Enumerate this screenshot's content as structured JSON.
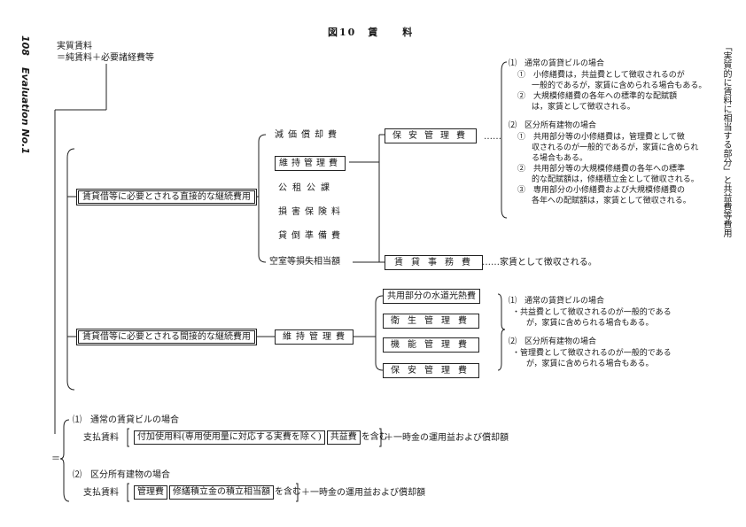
{
  "figure_title": "図10　賃　　料",
  "page_number": "108",
  "journal_title": "Evaluation No.1",
  "side_caption": "「実質的に賃料に相当する部分」と共益費等費用",
  "header": {
    "line1": "実質賃料",
    "line2": "＝純賃料＋必要諸経費等"
  },
  "direct": {
    "label": "賃貸借等に必要とされる直接的な継続費用",
    "items": [
      "減価償却費",
      "維持管理費",
      "公租公課",
      "損害保険料",
      "貸倒準備費",
      "空室等損失相当額"
    ],
    "hoan_box": "保安管理費",
    "jimu_box": "賃貸事務費",
    "jimu_note": "……家賃として徴収される。"
  },
  "direct_notes": {
    "dots": "……",
    "a_title": "⑴　通常の賃貸ビルの場合",
    "a1": [
      "①　小修繕費は，共益費として徴収されるのが",
      "一般的であるが，家賃に含められる場合もある。"
    ],
    "a2": [
      "②　大規模修繕費の各年への標準的な配賦額",
      "は，家賃として徴収される。"
    ],
    "b_title": "⑵　区分所有建物の場合",
    "b1": [
      "①　共用部分等の小修繕費は，管理費として徴",
      "収されるのが一般的であるが，家賃に含められ",
      "る場合もある。"
    ],
    "b2": [
      "②　共用部分等の大規模修繕費の各年への標準",
      "的な配賦額は，修繕積立金として徴収される。"
    ],
    "b3": [
      "③　専用部分の小修繕費および大規模修繕費の",
      "各年への配賦額は，家賃として徴収される。"
    ]
  },
  "indirect": {
    "label": "賃貸借等に必要とされる間接的な継続費用",
    "mid": "維持管理費",
    "items": [
      "共用部分の水道光熱費",
      "衛生管理費",
      "機能管理費",
      "保安管理費"
    ]
  },
  "indirect_notes": {
    "a_title": "⑴　通常の賃貸ビルの場合",
    "a_lines": [
      "・共益費として徴収されるのが一般的である",
      "が，家賃に含められる場合もある。"
    ],
    "b_title": "⑵　区分所有建物の場合",
    "b_lines": [
      "・管理費として徴収されるのが一般的である",
      "が，家賃に含められる場合もある。"
    ]
  },
  "bottom": {
    "eq": "＝",
    "c1_title": "⑴　通常の賃貸ビルの場合",
    "c1_label": "支払賃料",
    "c1_box1": "付加使用料(専用使用量に対応する実費を除く)",
    "c1_box2": "共益費",
    "c1_tail": "を含む",
    "c1_after": "＋一時金の運用益および償却額",
    "c2_title": "⑵　区分所有建物の場合",
    "c2_label": "支払賃料",
    "c2_box1": "管理費",
    "c2_box2": "修繕積立金の積立相当額",
    "c2_tail": "を含む",
    "c2_after": "＋一時金の運用益および償却額"
  }
}
